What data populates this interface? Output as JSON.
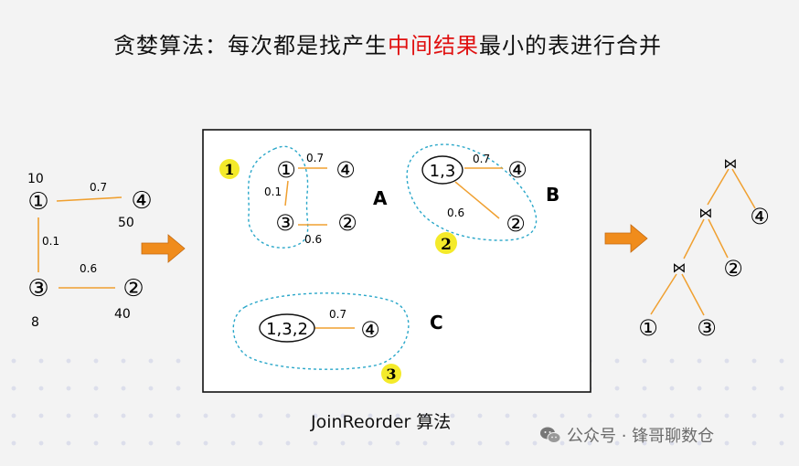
{
  "title": {
    "prefix": "贪婪算法：每次都是找产生",
    "highlight": "中间结果",
    "suffix": "最小的表进行合并"
  },
  "left_graph": {
    "nodes": {
      "n1": "①",
      "n2": "②",
      "n3": "③",
      "n4": "④"
    },
    "sizes": {
      "n1": "10",
      "n2": "40",
      "n3": "8",
      "n4": "50"
    },
    "edges": {
      "e14": "0.7",
      "e13": "0.1",
      "e32": "0.6"
    }
  },
  "box": {
    "labels": {
      "a": "A",
      "b": "B",
      "c": "C"
    },
    "steps": {
      "s1": "1",
      "s2": "2",
      "s3": "3"
    },
    "a": {
      "n1": "①",
      "n4": "④",
      "n3": "③",
      "n2": "②",
      "e14": "0.7",
      "e13": "0.1",
      "e32": "0.6"
    },
    "b": {
      "merged": "1,3",
      "n4": "④",
      "n2": "②",
      "e4": "0.7",
      "e2": "0.6"
    },
    "c": {
      "merged": "1,3,2",
      "n4": "④",
      "e4": "0.7"
    }
  },
  "join_tree": {
    "join_symbol": "⋈",
    "leaves": {
      "n1": "①",
      "n3": "③",
      "n2": "②",
      "n4": "④"
    }
  },
  "caption": "JoinReorder 算法",
  "watermark": {
    "text": "公众号 · 锋哥聊数仓"
  },
  "colors": {
    "edge": "#f0a030",
    "dashed": "#2aa7c9",
    "highlight": "#f4ea2a",
    "title_red": "#e01010",
    "arrow": "#f08c1c"
  }
}
